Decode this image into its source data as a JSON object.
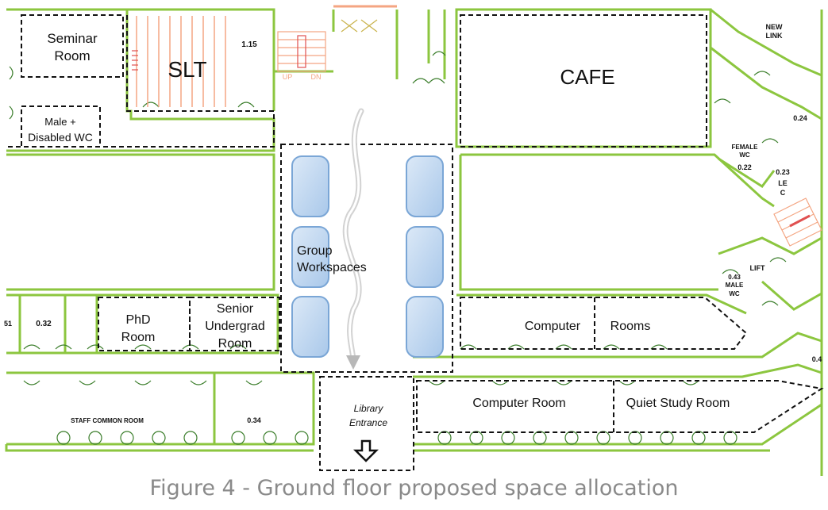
{
  "labels": {
    "seminar_room_line1": "Seminar",
    "seminar_room_line2": "Room",
    "slt": "SLT",
    "room_115": "1.15",
    "up": "UP",
    "dn": "DN",
    "male_wc_line1": "Male +",
    "male_wc_line2": "Disabled WC",
    "cafe": "CAFE",
    "new_link_line1": "NEW",
    "new_link_line2": "LINK",
    "room_024": "0.24",
    "female_wc_line1": "FEMALE",
    "female_wc_line2": "WC",
    "female_wc_line3": "0.22",
    "room_023": "0.23",
    "ale": "LE",
    "ic": "C",
    "lift": "LIFT",
    "male_wc2_line1": "0.43",
    "male_wc2_line2": "MALE",
    "male_wc2_line3": "WC",
    "group_workspaces_line1": "Group",
    "group_workspaces_line2": "Workspaces",
    "room_032": "0.32",
    "room_s1": "51",
    "phd_room_line1": "PhD",
    "phd_room_line2": "Room",
    "senior_ug_line1": "Senior",
    "senior_ug_line2": "Undergrad",
    "senior_ug_line3": "Room",
    "computer": "Computer",
    "rooms": "Rooms",
    "staff_common_room": "STAFF COMMON ROOM",
    "room_034": "0.34",
    "library_entrance_line1": "Library",
    "library_entrance_line2": "Entrance",
    "computer_room": "Computer Room",
    "quiet_study_room": "Quiet Study Room",
    "room_04": "0.4"
  },
  "caption": "Figure 4 - Ground floor proposed space allocation",
  "colors": {
    "wall": "#8cc63f",
    "wall_dark": "#3a7d2a",
    "stair": "#f4a582",
    "table_fill": "#b9d3ee",
    "table_stroke": "#7aa6d6",
    "dash": "#111111",
    "flow_arrow": "#b8b8b8",
    "caption": "#8a8a8a"
  }
}
